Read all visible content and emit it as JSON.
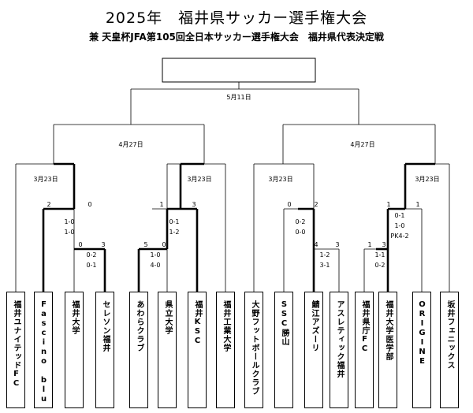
{
  "title": "2025年　福井県サッカー選手権大会",
  "subtitle": "兼 天皇杯JFA第105回全日本サッカー選手権大会　福井県代表決定戦",
  "dates": {
    "final": "5月11日",
    "semi_left": "4月27日",
    "semi_right": "4月27日",
    "qf_1": "3月23日",
    "qf_2": "3月23日",
    "qf_3": "3月23日",
    "qf_4": "3月23日"
  },
  "teams": [
    "福井ユナイテッドFC",
    "Fascino blu",
    "福井大学",
    "セレソン福井",
    "あわらクラブ",
    "県立大学",
    "福井KSC",
    "福井工業大学",
    "大野フットボールクラブ",
    "SSC勝山",
    "鯖江アズーリ",
    "アスレティック福井",
    "福井県庁FC",
    "福井大学医学部",
    "ORIGINE",
    "坂井フェニックス"
  ],
  "matches": {
    "m1": {
      "score_a": "2",
      "score_b": "0",
      "half1": "1-0",
      "half2": "1-0",
      "extra": ""
    },
    "m2": {
      "score_a": "0",
      "score_b": "3",
      "half1": "0-2",
      "half2": "0-1",
      "extra": ""
    },
    "m3": {
      "score_a": "1",
      "score_b": "3",
      "half1": "0-1",
      "half2": "1-2",
      "extra": ""
    },
    "m4": {
      "score_a": "5",
      "score_b": "0",
      "half1": "1-0",
      "half2": "4-0",
      "extra": ""
    },
    "m5": {
      "score_a": "0",
      "score_b": "2",
      "half1": "0-2",
      "half2": "0-0",
      "extra": ""
    },
    "m6": {
      "score_a": "4",
      "score_b": "3",
      "half1": "1-2",
      "half2": "3-1",
      "extra": ""
    },
    "m7": {
      "score_a": "1",
      "score_b": "1",
      "half1": "0-1",
      "half2": "1-0",
      "extra": "PK4-2"
    },
    "m8": {
      "score_a": "1",
      "score_b": "3",
      "half1": "1-1",
      "half2": "0-2",
      "extra": ""
    }
  }
}
